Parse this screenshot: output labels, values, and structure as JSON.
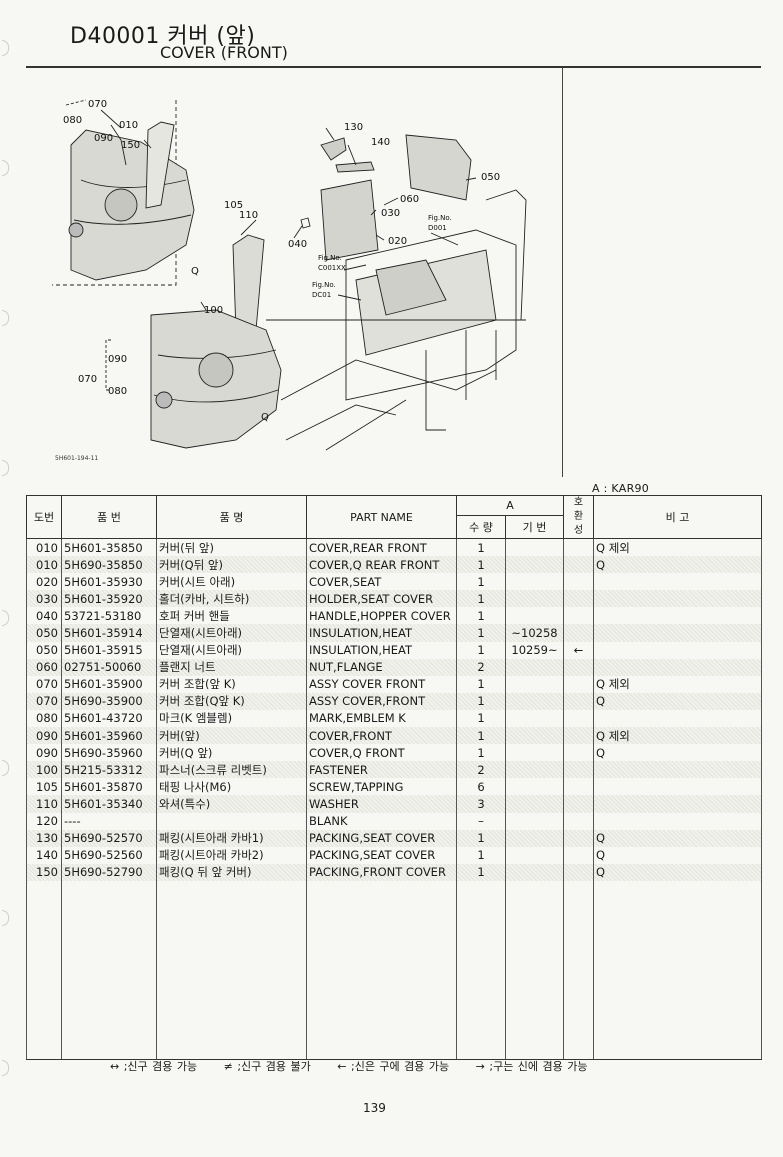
{
  "header": {
    "title": "D40001 커버 (앞)",
    "subtitle": "COVER (FRONT)"
  },
  "diagram": {
    "callouts": [
      "070",
      "080",
      "010",
      "090",
      "150",
      "130",
      "140",
      "050",
      "060",
      "030",
      "020",
      "040",
      "105",
      "110",
      "100",
      "090",
      "070",
      "080"
    ],
    "fig_refs": [
      {
        "label": "Fig.No.",
        "code": "D001"
      },
      {
        "label": "Fig.No.",
        "code": "C001XX"
      },
      {
        "label": "Fig.No.",
        "code": "DC01"
      }
    ],
    "q_mark_1": "Q",
    "q_mark_2": "Q",
    "drawing_code": "5H601-194-11"
  },
  "model_ref": "A : KAR90",
  "table": {
    "headers": {
      "ref_no": "도번",
      "part_no": "품 번",
      "part_name_kr": "품 명",
      "part_name_en": "PART NAME",
      "group_a": "A",
      "qty": "수 량",
      "period": "기 번",
      "interchange": "호환성",
      "remarks": "비 고"
    },
    "rows": [
      {
        "no": "010",
        "part": "5H601-35850",
        "kr": "커버(뒤 앞)",
        "en": "COVER,REAR FRONT",
        "qty": "1",
        "period": "",
        "int": "",
        "rem": "Q 제외",
        "shade": false
      },
      {
        "no": "010",
        "part": "5H690-35850",
        "kr": "커버(Q뒤 앞)",
        "en": "COVER,Q REAR FRONT",
        "qty": "1",
        "period": "",
        "int": "",
        "rem": "Q",
        "shade": true
      },
      {
        "no": "020",
        "part": "5H601-35930",
        "kr": "커버(시트 아래)",
        "en": "COVER,SEAT",
        "qty": "1",
        "period": "",
        "int": "",
        "rem": "",
        "shade": false
      },
      {
        "no": "030",
        "part": "5H601-35920",
        "kr": "홀더(카바, 시트하)",
        "en": "HOLDER,SEAT COVER",
        "qty": "1",
        "period": "",
        "int": "",
        "rem": "",
        "shade": true
      },
      {
        "no": "040",
        "part": "53721-53180",
        "kr": "호퍼 커버 핸들",
        "en": "HANDLE,HOPPER COVER",
        "qty": "1",
        "period": "",
        "int": "",
        "rem": "",
        "shade": false
      },
      {
        "no": "050",
        "part": "5H601-35914",
        "kr": "단열재(시트아래)",
        "en": "INSULATION,HEAT",
        "qty": "1",
        "period": "~10258",
        "int": "",
        "rem": "",
        "shade": true
      },
      {
        "no": "050",
        "part": "5H601-35915",
        "kr": "단열재(시트아래)",
        "en": "INSULATION,HEAT",
        "qty": "1",
        "period": "10259~",
        "int": "←",
        "rem": "",
        "shade": false
      },
      {
        "no": "060",
        "part": "02751-50060",
        "kr": "플랜지 너트",
        "en": "NUT,FLANGE",
        "qty": "2",
        "period": "",
        "int": "",
        "rem": "",
        "shade": true
      },
      {
        "no": "070",
        "part": "5H601-35900",
        "kr": "커버 조합(앞 K)",
        "en": "ASSY COVER FRONT",
        "qty": "1",
        "period": "",
        "int": "",
        "rem": "Q 제외",
        "shade": false
      },
      {
        "no": "070",
        "part": "5H690-35900",
        "kr": "커버 조합(Q앞 K)",
        "en": "ASSY COVER,FRONT",
        "qty": "1",
        "period": "",
        "int": "",
        "rem": "Q",
        "shade": true
      },
      {
        "no": "080",
        "part": "5H601-43720",
        "kr": "마크(K 엠블렘)",
        "en": "MARK,EMBLEM K",
        "qty": "1",
        "period": "",
        "int": "",
        "rem": "",
        "shade": false
      },
      {
        "no": "090",
        "part": "5H601-35960",
        "kr": "커버(앞)",
        "en": "COVER,FRONT",
        "qty": "1",
        "period": "",
        "int": "",
        "rem": "Q 제외",
        "shade": true
      },
      {
        "no": "090",
        "part": "5H690-35960",
        "kr": "커버(Q 앞)",
        "en": "COVER,Q FRONT",
        "qty": "1",
        "period": "",
        "int": "",
        "rem": "Q",
        "shade": false
      },
      {
        "no": "100",
        "part": "5H215-53312",
        "kr": "파스너(스크류 리벳트)",
        "en": "FASTENER",
        "qty": "2",
        "period": "",
        "int": "",
        "rem": "",
        "shade": true
      },
      {
        "no": "105",
        "part": "5H601-35870",
        "kr": "태핑 나사(M6)",
        "en": "SCREW,TAPPING",
        "qty": "6",
        "period": "",
        "int": "",
        "rem": "",
        "shade": false
      },
      {
        "no": "110",
        "part": "5H601-35340",
        "kr": "와셔(특수)",
        "en": "WASHER",
        "qty": "3",
        "period": "",
        "int": "",
        "rem": "",
        "shade": true
      },
      {
        "no": "120",
        "part": "----",
        "kr": "",
        "en": "BLANK",
        "qty": "–",
        "period": "",
        "int": "",
        "rem": "",
        "shade": false
      },
      {
        "no": "130",
        "part": "5H690-52570",
        "kr": "패킹(시트아래 카바1)",
        "en": "PACKING,SEAT COVER",
        "qty": "1",
        "period": "",
        "int": "",
        "rem": "Q",
        "shade": true
      },
      {
        "no": "140",
        "part": "5H690-52560",
        "kr": "패킹(시트아래 카바2)",
        "en": "PACKING,SEAT COVER",
        "qty": "1",
        "period": "",
        "int": "",
        "rem": "Q",
        "shade": false
      },
      {
        "no": "150",
        "part": "5H690-52790",
        "kr": "패킹(Q 뒤 앞 커버)",
        "en": "PACKING,FRONT COVER",
        "qty": "1",
        "period": "",
        "int": "",
        "rem": "Q",
        "shade": true
      }
    ]
  },
  "legend": [
    "↔ ;신구 겸용 가능",
    "≠ ;신구 겸용 불가",
    "← ;신은 구에 겸용 가능",
    "→ ;구는 신에 겸용 가능"
  ],
  "page_number": "139"
}
